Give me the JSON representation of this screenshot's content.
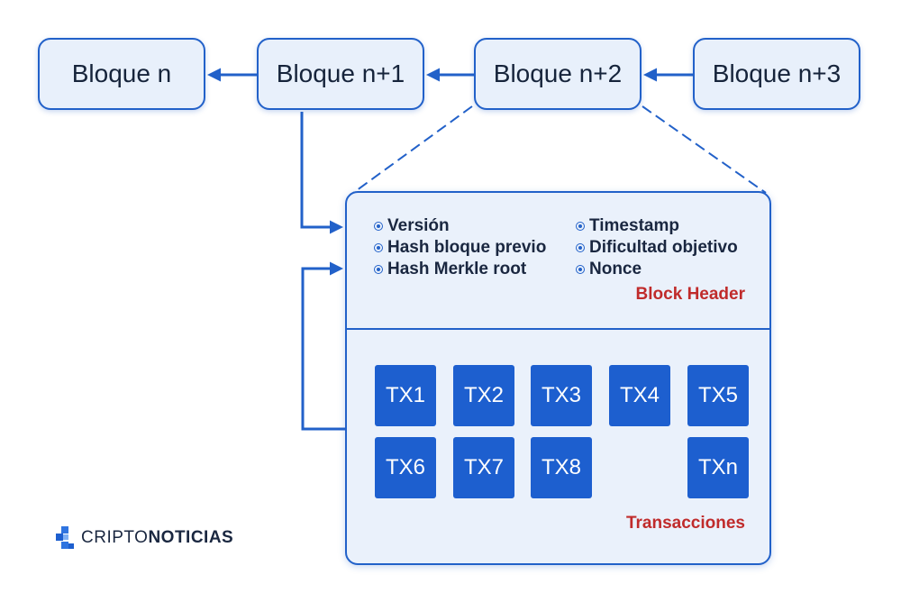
{
  "chain": {
    "blocks": [
      "Bloque n",
      "Bloque n+1",
      "Bloque n+2",
      "Bloque n+3"
    ]
  },
  "header": {
    "fields_left": [
      "Versión",
      "Hash bloque previo",
      "Hash Merkle root"
    ],
    "fields_right": [
      "Timestamp",
      "Dificultad objetivo",
      "Nonce"
    ],
    "title": "Block Header"
  },
  "transactions": {
    "items": [
      "TX1",
      "TX2",
      "TX3",
      "TX4",
      "TX5",
      "TX6",
      "TX7",
      "TX8",
      "TXn"
    ],
    "title": "Transacciones"
  },
  "logo": {
    "part1": "CRIPTO",
    "part2": "NOTICIAS"
  },
  "colors": {
    "accent": "#2261c9",
    "tx_fill": "#1d5fcf",
    "label_red": "#c02b2b",
    "block_fill": "#e8f0fb"
  }
}
